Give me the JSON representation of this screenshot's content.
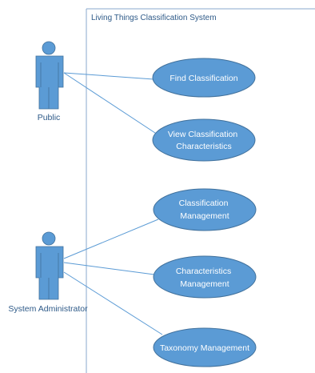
{
  "colors": {
    "shape_fill": "#5b9bd5",
    "shape_stroke": "#41719c",
    "line": "#5b9bd5",
    "boundary": "#8aa9cc",
    "text_dark": "#2e5a88",
    "text_light": "#ffffff"
  },
  "system": {
    "title": "Living Things Classification System"
  },
  "actors": {
    "public": {
      "label": "Public"
    },
    "admin": {
      "label": "System Administrator"
    }
  },
  "use_cases": {
    "find_classification": {
      "lines": [
        "Find Classification"
      ]
    },
    "view_characteristics": {
      "lines": [
        "View Classification",
        "Characteristics"
      ]
    },
    "classification_management": {
      "lines": [
        "Classification",
        "Management"
      ]
    },
    "characteristics_management": {
      "lines": [
        "Characteristics",
        "Management"
      ]
    },
    "taxonomy_management": {
      "lines": [
        "Taxonomy Management"
      ]
    }
  }
}
